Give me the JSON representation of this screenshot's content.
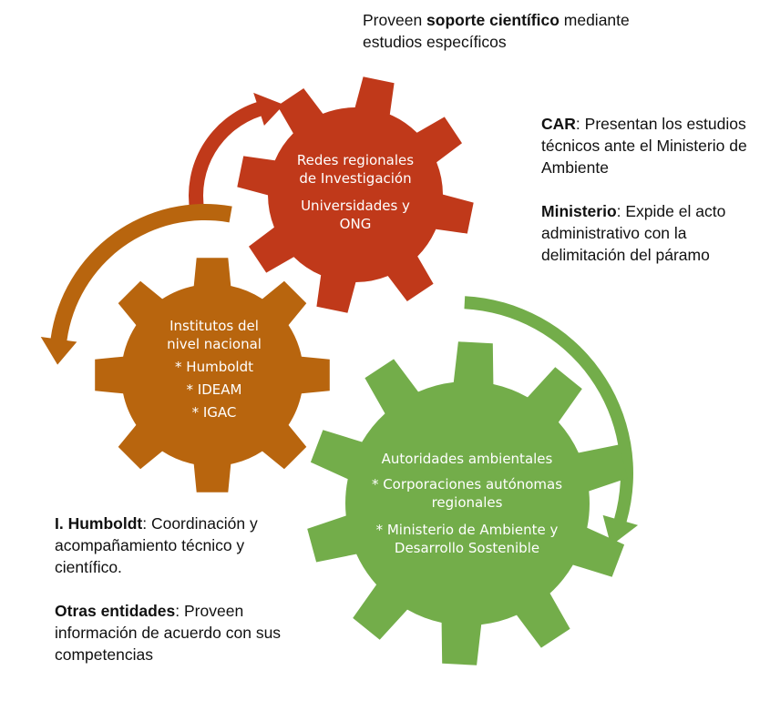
{
  "colors": {
    "red_gear": "#c0391a",
    "brown_gear": "#b8650e",
    "green_gear": "#73ad4a",
    "red_arrow": "#c0391a",
    "brown_arrow": "#b8650e",
    "green_arrow": "#73ad4a"
  },
  "gears": {
    "red": {
      "title_line1": "Redes regionales",
      "title_line2": "de Investigación",
      "sub_line1": "Universidades y",
      "sub_line2": "ONG"
    },
    "brown": {
      "title_line1": "Institutos del",
      "title_line2": "nivel nacional",
      "item1": "* Humboldt",
      "item2": "* IDEAM",
      "item3": "* IGAC"
    },
    "green": {
      "title": "Autoridades ambientales",
      "item1_line1": "* Corporaciones autónomas",
      "item1_line2": "regionales",
      "item2_line1": "* Ministerio de Ambiente y",
      "item2_line2": "Desarrollo Sostenible"
    }
  },
  "notes": {
    "top": {
      "prefix": "Proveen ",
      "bold": "soporte científico",
      "rest_line1": " mediante",
      "line2": "estudios específicos"
    },
    "right": {
      "car_label": "CAR",
      "car_line1": ": Presentan los estudios",
      "car_line2": "técnicos ante el Ministerio de",
      "car_line3": "Ambiente",
      "min_label": "Ministerio",
      "min_line1": ": Expide el acto",
      "min_line2": "administrativo con la",
      "min_line3": "delimitación del páramo"
    },
    "left": {
      "hum_label": "I. Humboldt",
      "hum_line1": ": Coordinación y",
      "hum_line2": "acompañamiento técnico y",
      "hum_line3": "científico.",
      "otr_label": "Otras entidades",
      "otr_line1": ": Proveen",
      "otr_line2": "información de acuerdo con sus",
      "otr_line3": "competencias"
    }
  }
}
